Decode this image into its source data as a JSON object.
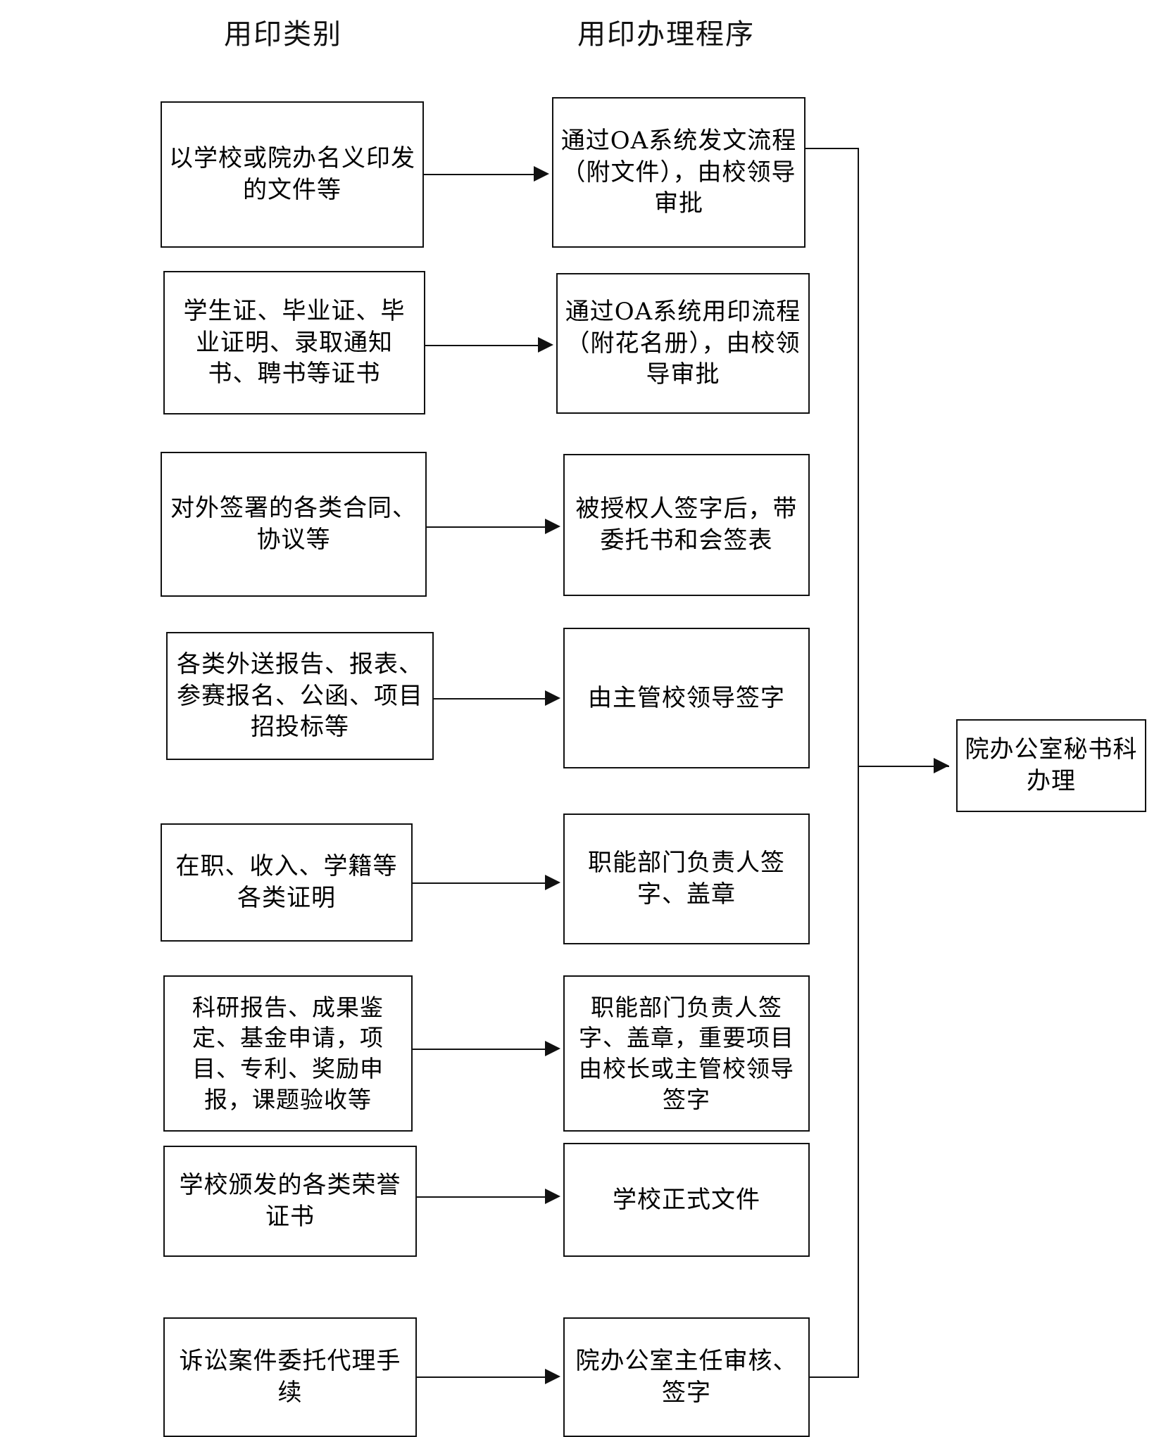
{
  "headers": {
    "left": "用印类别",
    "right": "用印办理程序"
  },
  "rows": [
    {
      "category": "以学校或院办名义印发的文件等",
      "procedure": "通过OA系统发文流程（附文件），由校领导审批"
    },
    {
      "category": "学生证、毕业证、毕业证明、录取通知书、聘书等证书",
      "procedure": "通过OA系统用印流程（附花名册），由校领导审批"
    },
    {
      "category": "对外签署的各类合同、协议等",
      "procedure": "被授权人签字后，带委托书和会签表"
    },
    {
      "category": "各类外送报告、报表、参赛报名、公函、项目招投标等",
      "procedure": "由主管校领导签字"
    },
    {
      "category": "在职、收入、学籍等各类证明",
      "procedure": "职能部门负责人签字、盖章"
    },
    {
      "category": "科研报告、成果鉴定、基金申请，项目、专利、奖励申报，课题验收等",
      "procedure": "职能部门负责人签字、盖章，重要项目由校长或主管校领导签字"
    },
    {
      "category": "学校颁发的各类荣誉证书",
      "procedure": "学校正式文件"
    },
    {
      "category": "诉讼案件委托代理手续",
      "procedure": "院办公室主任审核、签字"
    }
  ],
  "final": {
    "label": "院办公室秘书科办理"
  },
  "colors": {
    "line": "#111111",
    "box_fill": "#ffffff",
    "text": "#000000"
  }
}
